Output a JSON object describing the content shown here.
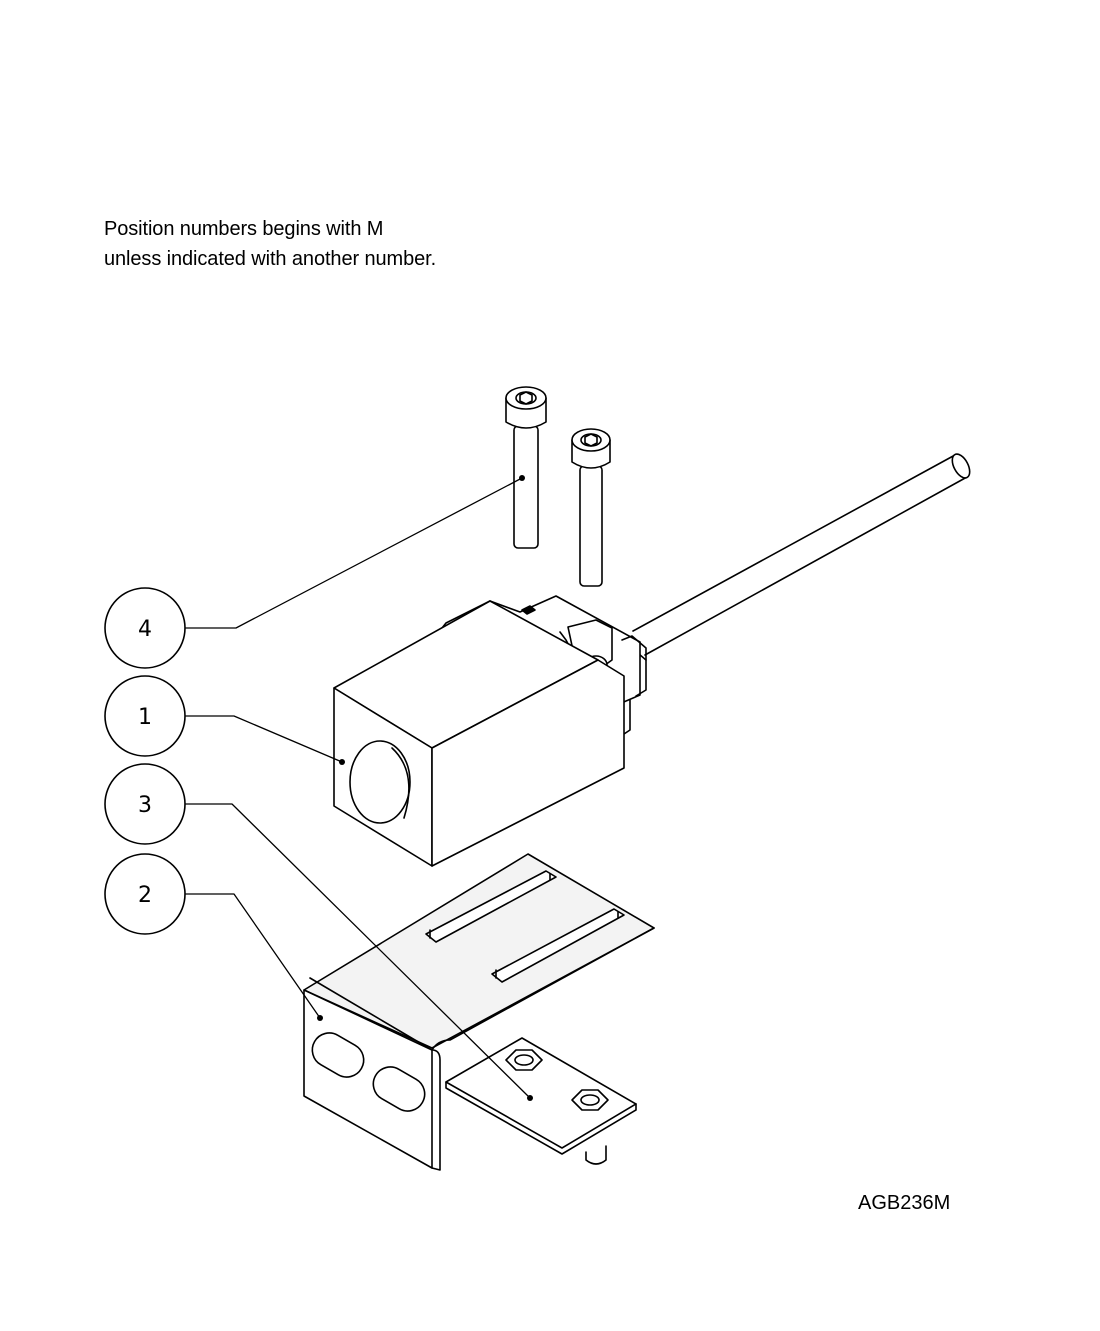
{
  "note": {
    "line1": "Position numbers begins with M",
    "line2": "unless indicated with another number."
  },
  "drawing_code": "AGB236M",
  "balloons": [
    {
      "label": "4",
      "part": "socket-head-screws"
    },
    {
      "label": "1",
      "part": "limit-switch-body"
    },
    {
      "label": "3",
      "part": "nut-plate"
    },
    {
      "label": "2",
      "part": "mounting-bracket"
    }
  ],
  "colors": {
    "line": "#000000",
    "background": "#ffffff",
    "bracket_fill": "#f3f3f3"
  }
}
